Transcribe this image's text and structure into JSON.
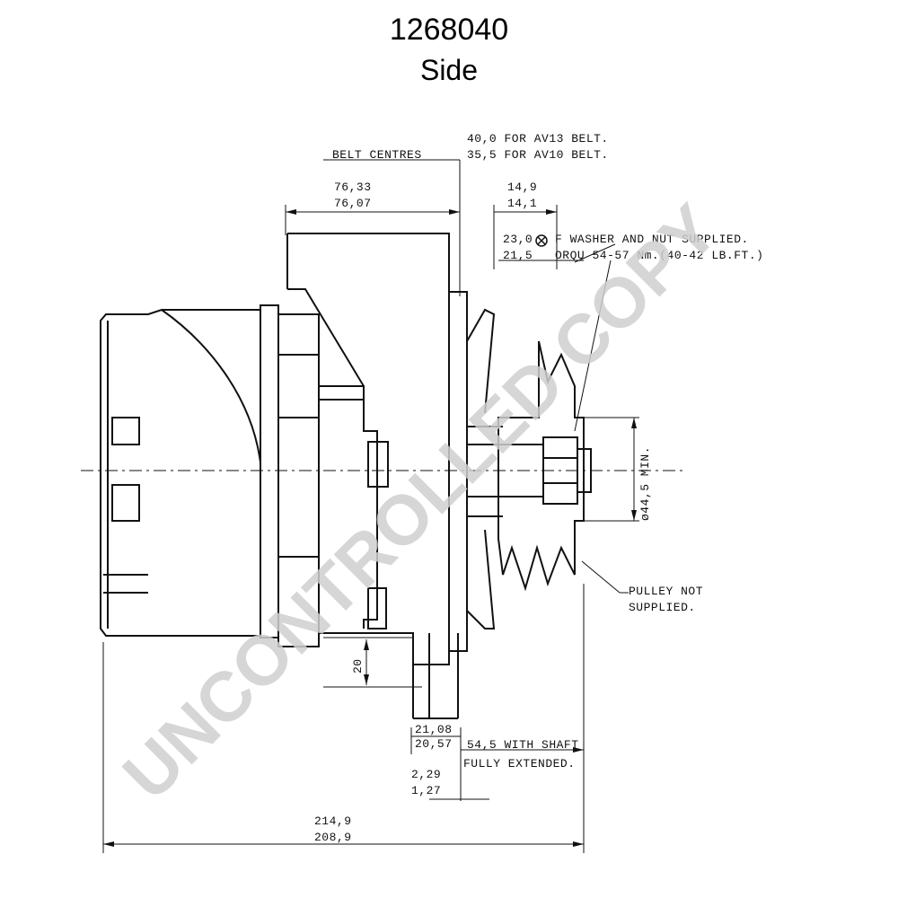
{
  "title": "1268040",
  "subtitle": "Side",
  "watermark": "UNCONTROLLED COPY",
  "labels": {
    "belt_centres": "BELT CENTRES",
    "belt_av13": "40,0 FOR AV13 BELT.",
    "belt_av10": "35,5 FOR AV10 BELT.",
    "dim_76_33": "76,33",
    "dim_76_07": "76,07",
    "dim_14_9": "14,9",
    "dim_14_1": "14,1",
    "dim_23_0": "23,0",
    "dim_21_5": "21,5",
    "washer_note_1": "F  WASHER AND NUT SUPPLIED.",
    "washer_note_2": "ORQU  54-57 Nm.(40-42 LB.FT.)",
    "dim_44_5": "ø44,5 MIN.",
    "pulley_note_1": "PULLEY NOT",
    "pulley_note_2": "SUPPLIED.",
    "dim_20": "20",
    "dim_21_08": "21,08",
    "dim_20_57": "20,57",
    "shaft_note_1": "54,5 WITH SHAFT",
    "shaft_note_2": "FULLY EXTENDED.",
    "dim_2_29": "2,29",
    "dim_1_27": "1,27",
    "dim_214_9": "214,9",
    "dim_208_9": "208,9"
  },
  "colors": {
    "line": "#111111",
    "watermark": "#cfcfcf"
  }
}
